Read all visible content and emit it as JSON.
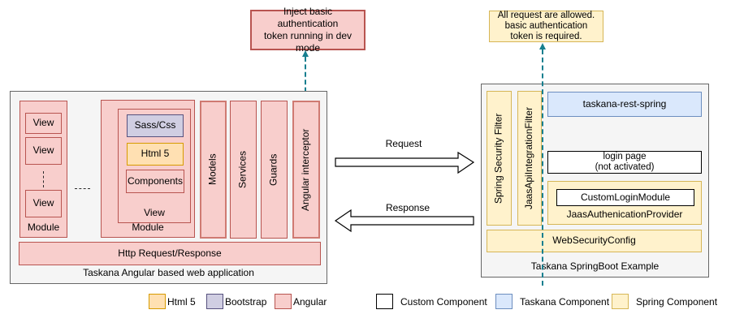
{
  "colors": {
    "angular_fill": "#f8cecc",
    "angular_stroke": "#b85450",
    "html5_fill": "#ffe0b2",
    "html5_stroke": "#d79b00",
    "bootstrap_fill": "#d0cee2",
    "bootstrap_stroke": "#56517e",
    "taskana_fill": "#dae8fc",
    "taskana_stroke": "#6c8ebf",
    "spring_fill": "#fff2cc",
    "spring_stroke": "#d6b656",
    "custom_fill": "#ffffff",
    "custom_stroke": "#000000",
    "container_fill": "#f5f5f5",
    "container_stroke": "#666666",
    "note_arrow": "#177f8f"
  },
  "notes": {
    "dev_mode": "Inject basic authentication\ntoken running in dev\nmode",
    "auth": "All request are allowed.\nbasic authentication\ntoken is required."
  },
  "angular_app": {
    "title": "Taskana Angular based web application",
    "module_left": {
      "label": "Module",
      "views": [
        "View",
        "View",
        "View"
      ]
    },
    "module_right": {
      "label": "Module",
      "view": {
        "label": "View",
        "sass": "Sass/Css",
        "html5": "Html 5",
        "components": "Components"
      }
    },
    "columns": [
      "Models",
      "Services",
      "Guards",
      "Angular interceptor"
    ],
    "http_bar": "Http Request/Response"
  },
  "flow": {
    "request": "Request",
    "response": "Response"
  },
  "spring_app": {
    "title": "Taskana SpringBoot Example",
    "filters": [
      "Spring Security Filter",
      "JaasApiIntegrationFilter"
    ],
    "rest_component": "taskana-rest-spring",
    "login_page": "login page\n(not activated)",
    "jaas_provider": "JaasAuthenicationProvider",
    "custom_login_module": "CustomLoginModule",
    "web_security_config": "WebSecurityConfig"
  },
  "legend": [
    {
      "label": "Html 5",
      "fill": "#ffe0b2",
      "stroke": "#d79b00"
    },
    {
      "label": "Bootstrap",
      "fill": "#d0cee2",
      "stroke": "#56517e"
    },
    {
      "label": "Angular",
      "fill": "#f8cecc",
      "stroke": "#b85450"
    },
    {
      "label": "Custom Component",
      "fill": "#ffffff",
      "stroke": "#000000"
    },
    {
      "label": "Taskana Component",
      "fill": "#dae8fc",
      "stroke": "#6c8ebf"
    },
    {
      "label": "Spring Component",
      "fill": "#fff2cc",
      "stroke": "#d6b656"
    }
  ]
}
